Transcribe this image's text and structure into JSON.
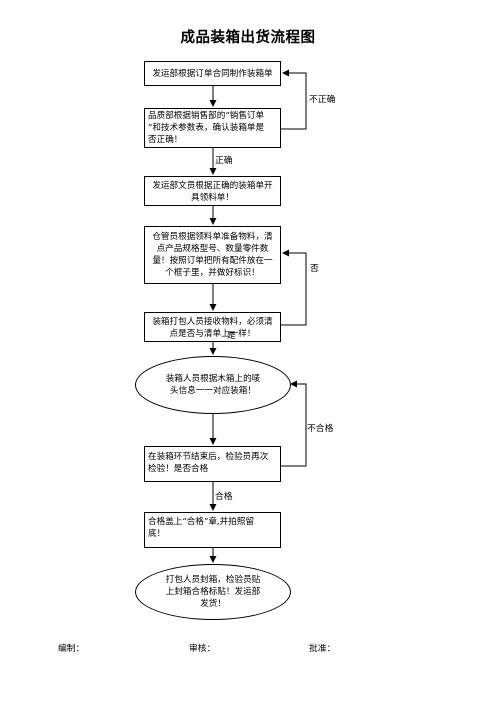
{
  "title": "成品装箱出货流程图",
  "steps": {
    "s1": "发运部根据订单合同制作装箱单",
    "s2": [
      "品质部根据销售部的“销售订单",
      "”和技术参数表，确认装箱单是",
      "否正确！"
    ],
    "s3": [
      "发运部文员根据正确的装箱单开",
      "具领料单！"
    ],
    "s4": [
      "仓管员根据领料单准备物料，清",
      "点产品规格型号、数量零件数",
      "量！按照订单把所有配件放在一",
      "个框子里，并做好标识！"
    ],
    "s5": [
      "装箱打包人员接收物料，必须清",
      "点是否与清单上一样！"
    ],
    "s6": [
      "装箱人员根据木箱上的唛",
      "头信息一一对应装箱！"
    ],
    "s7": [
      "在装箱环节结束后，检验员再次",
      "检验！是否合格"
    ],
    "s8": [
      "合格盖上“合格”章,并拍照留",
      "底！"
    ],
    "s9": [
      "打包人员封箱，检验员贴",
      "上封箱合格标贴！发运部",
      "发货！"
    ]
  },
  "labels": {
    "incorrect": "不正确",
    "correct": "正确",
    "no": "否",
    "yes": "是",
    "unqualified": "不合格",
    "qualified": "合格"
  },
  "footer": {
    "prepared": "编制：",
    "reviewed": "审核：",
    "approved": "批准："
  }
}
